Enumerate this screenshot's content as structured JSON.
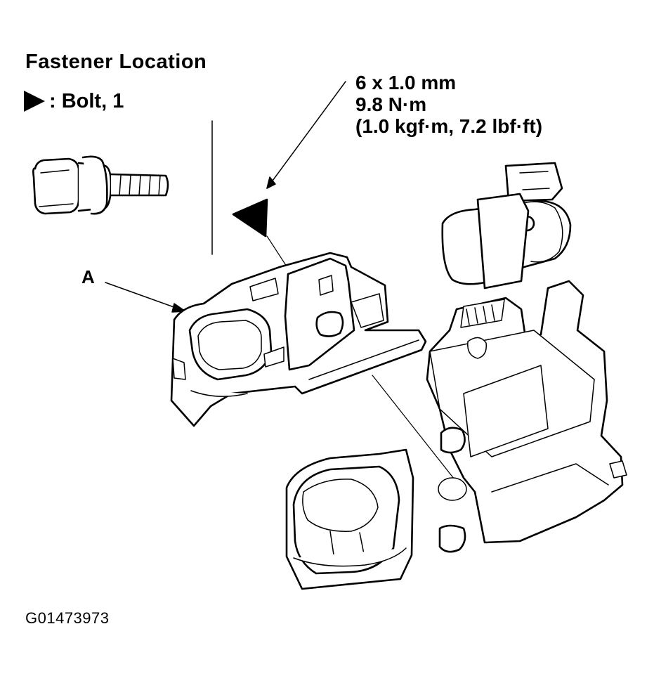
{
  "legend": {
    "title": "Fastener Location",
    "bolt_label": ": Bolt, 1",
    "bolt_marker_icon": "triangle-marker-icon"
  },
  "spec": {
    "size": "6 x 1.0 mm",
    "torque_nm": "9.8 N·m",
    "torque_alt": "(1.0 kgf·m, 7.2 lbf·ft)"
  },
  "callouts": {
    "a": "A"
  },
  "figure_id": "G01473973",
  "colors": {
    "ink": "#000000",
    "paper": "#ffffff"
  }
}
